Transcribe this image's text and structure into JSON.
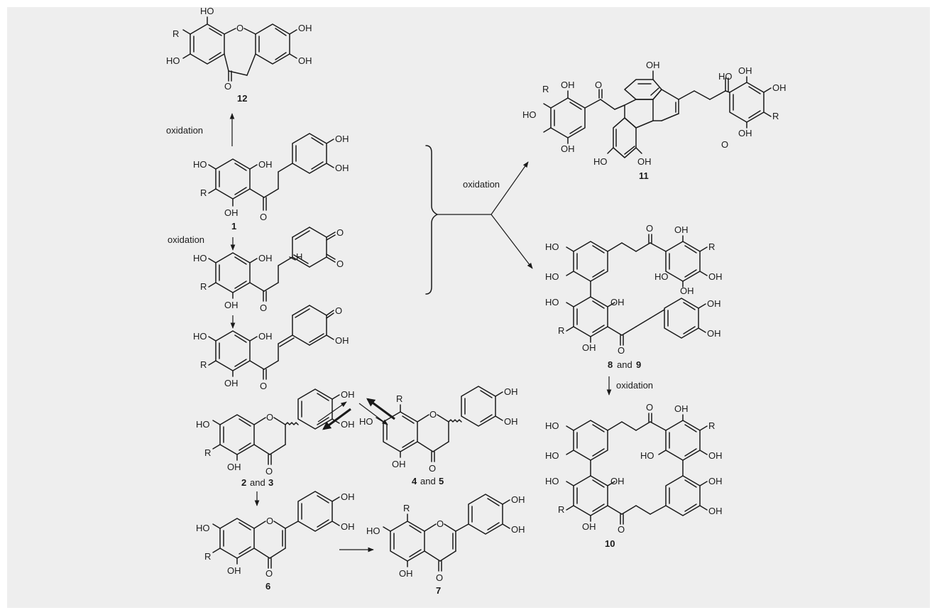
{
  "steps": {
    "oxidation": "oxidation"
  },
  "compounds": {
    "c1": "1",
    "c2": "2",
    "c3": "3",
    "c4": "4",
    "c5": "5",
    "c6": "6",
    "c7": "7",
    "c8": "8",
    "c9": "9",
    "c10": "10",
    "c11": "11",
    "c12": "12",
    "and": "and"
  },
  "atoms": {
    "oh": "OH",
    "ho": "HO",
    "r": "R",
    "o": "O",
    "h": "H"
  }
}
